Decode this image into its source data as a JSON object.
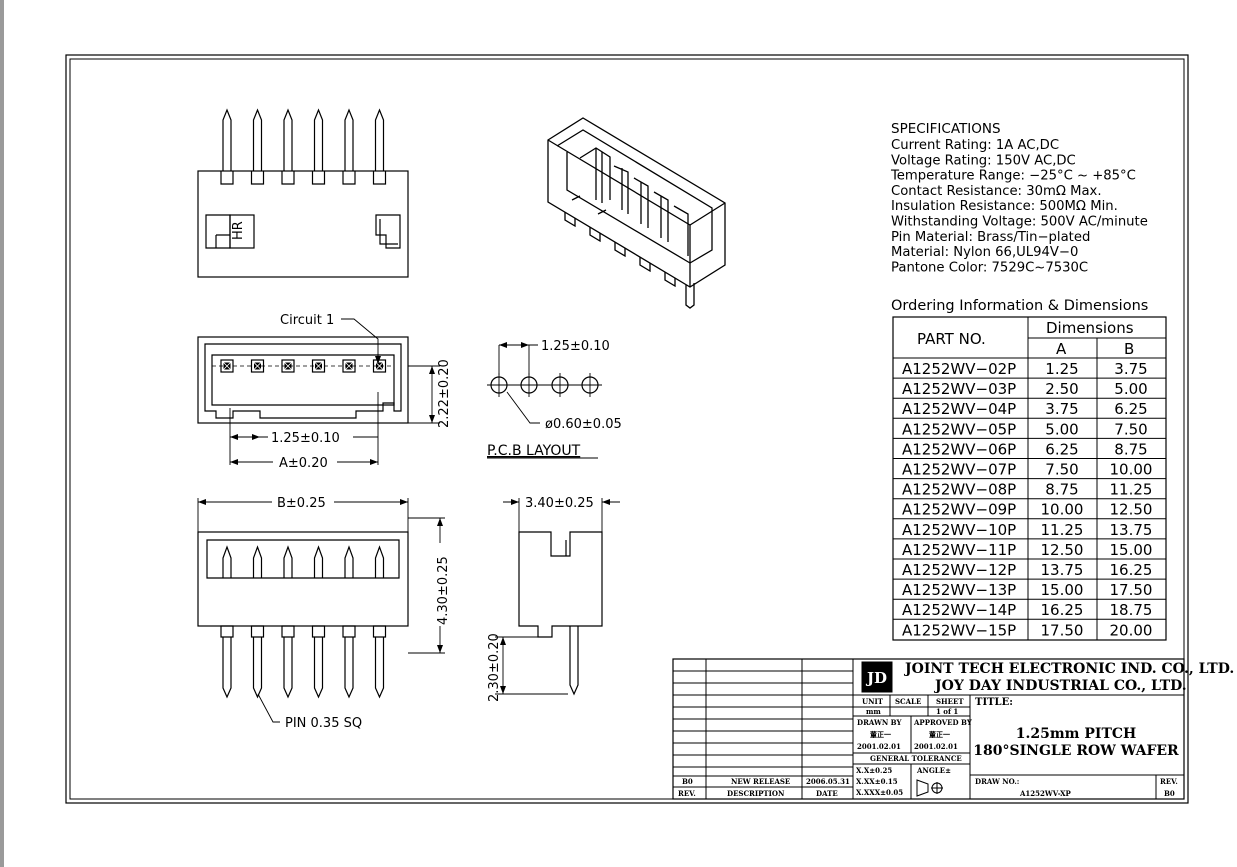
{
  "specs": {
    "heading": "SPECIFICATIONS",
    "lines": [
      "Current Rating: 1A AC,DC",
      "Voltage Rating: 150V AC,DC",
      "Temperature Range: −25°C ~ +85°C",
      "Contact Resistance: 30mΩ Max.",
      "Insulation Resistance: 500MΩ Min.",
      "Withstanding Voltage: 500V AC/minute",
      "Pin Material: Brass/Tin−plated",
      "Material: Nylon 66,UL94V−0",
      "Pantone Color: 7529C~7530C"
    ]
  },
  "ordering": {
    "heading": "Ordering Information & Dimensions",
    "col_part": "PART NO.",
    "col_dims": "Dimensions",
    "col_a": "A",
    "col_b": "B",
    "rows": [
      {
        "part": "A1252WV−02P",
        "a": "1.25",
        "b": "3.75"
      },
      {
        "part": "A1252WV−03P",
        "a": "2.50",
        "b": "5.00"
      },
      {
        "part": "A1252WV−04P",
        "a": "3.75",
        "b": "6.25"
      },
      {
        "part": "A1252WV−05P",
        "a": "5.00",
        "b": "7.50"
      },
      {
        "part": "A1252WV−06P",
        "a": "6.25",
        "b": "8.75"
      },
      {
        "part": "A1252WV−07P",
        "a": "7.50",
        "b": "10.00"
      },
      {
        "part": "A1252WV−08P",
        "a": "8.75",
        "b": "11.25"
      },
      {
        "part": "A1252WV−09P",
        "a": "10.00",
        "b": "12.50"
      },
      {
        "part": "A1252WV−10P",
        "a": "11.25",
        "b": "13.75"
      },
      {
        "part": "A1252WV−11P",
        "a": "12.50",
        "b": "15.00"
      },
      {
        "part": "A1252WV−12P",
        "a": "13.75",
        "b": "16.25"
      },
      {
        "part": "A1252WV−13P",
        "a": "15.00",
        "b": "17.50"
      },
      {
        "part": "A1252WV−14P",
        "a": "16.25",
        "b": "18.75"
      },
      {
        "part": "A1252WV−15P",
        "a": "17.50",
        "b": "20.00"
      }
    ]
  },
  "labels": {
    "hr_mark": "HR",
    "circuit1": "Circuit 1",
    "dim_pitch_top": "1.25±0.10",
    "dim_height_222": "2.22±0.20",
    "dim_pitch_bottom": "1.25±0.10",
    "dim_a": "A±0.20",
    "pcb_pitch": "1.25±0.10",
    "pcb_hole": "ø0.60±0.05",
    "pcb_layout": "P.C.B LAYOUT",
    "dim_b": "B±0.25",
    "dim_height_430": "4.30±0.25",
    "dim_width_340": "3.40±0.25",
    "dim_pin_230": "2.30±0.20",
    "pin_size": "PIN 0.35 SQ"
  },
  "title_block": {
    "company1": "JOINT TECH ELECTRONIC IND. CO., LTD.",
    "company2": "JOY DAY INDUSTRIAL CO., LTD.",
    "logo": "JD",
    "unit_label": "UNIT",
    "scale_label": "SCALE",
    "sheet_label": "SHEET",
    "unit_value": "mm",
    "sheet_value": "1 of 1",
    "title_label": "TITLE:",
    "title_line1": "1.25mm PITCH",
    "title_line2": "180°SINGLE ROW WAFER",
    "drawn_by_label": "DRAWN BY",
    "approved_by_label": "APPROVED BY",
    "drawn_by": "董正一",
    "approved_by": "董正一",
    "drawn_date": "2001.02.01",
    "approved_date": "2001.02.01",
    "tolerance_label": "GENERAL TOLERANCE",
    "tol1": "X.X±0.25",
    "tol2": "X.XX±0.15",
    "tol3": "X.XXX±0.05",
    "angle_label": "ANGLE±",
    "draw_no_label": "DRAW NO.:",
    "draw_no": "A1252WV-XP",
    "rev_label": "REV.",
    "rev_value": "B0",
    "rev_row": {
      "rev": "B0",
      "desc": "NEW RELEASE",
      "date": "2006.05.31"
    },
    "hdr_rev": "REV.",
    "hdr_desc": "DESCRIPTION",
    "hdr_date": "DATE"
  }
}
